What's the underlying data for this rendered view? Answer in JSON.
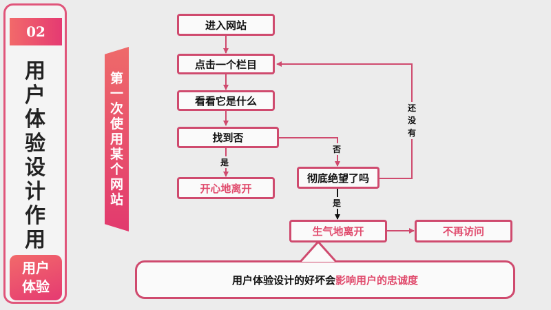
{
  "side": {
    "badge": "02",
    "title_chars": [
      "用",
      "户",
      "体",
      "验",
      "设",
      "计",
      "作",
      "用"
    ],
    "tag_line1": "用户",
    "tag_line2": "体验"
  },
  "ribbon_chars": [
    "第",
    "一",
    "次",
    "使",
    "用",
    "某",
    "个",
    "网",
    "站"
  ],
  "flow": {
    "enter": "进入网站",
    "click": "点击一个栏目",
    "look": "看看它是什么",
    "found": "找到否",
    "happy": "开心地离开",
    "despair": "彻底绝望了吗",
    "angry": "生气地离开",
    "never": "不再访问"
  },
  "edge_labels": {
    "yes1": "是",
    "no": "否",
    "yes2": "是",
    "not_yet": [
      "还",
      "没",
      "有"
    ]
  },
  "summary": {
    "before": "用户体验设计的好坏会",
    "highlight": "影响用户的忠诚度"
  },
  "colors": {
    "accent": "#e04a6c",
    "border": "#cf4a6e"
  }
}
